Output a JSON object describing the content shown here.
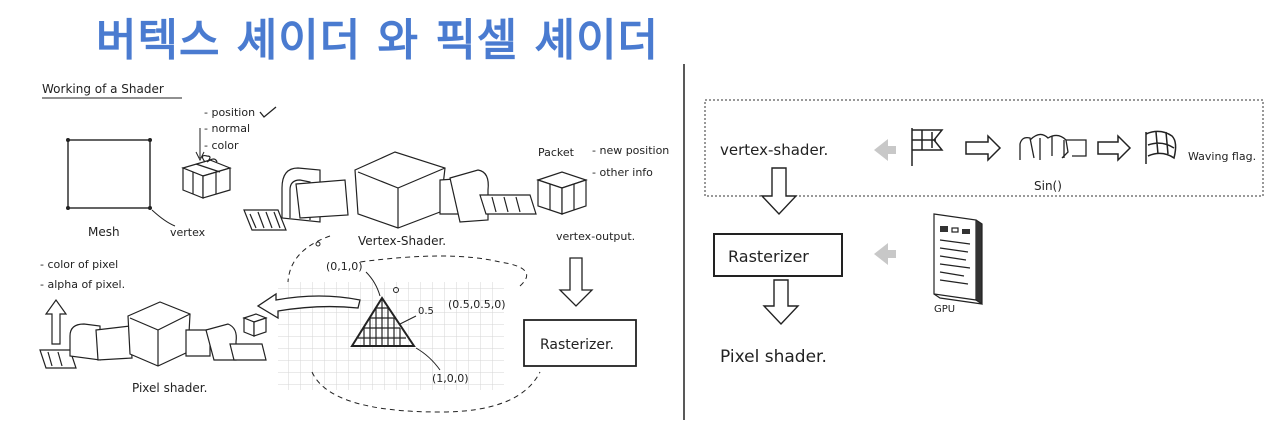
{
  "title": "버텍스 셰이더 와 픽셀 셰이더",
  "left": {
    "heading": "Working of a Shader",
    "attributes": [
      "- position",
      "- normal",
      "- color"
    ],
    "mesh_label": "Mesh",
    "vertex_label": "vertex",
    "vertex_shader_label": "Vertex-Shader.",
    "packet_label": "Packet",
    "packet_attrs": [
      "- new position",
      "- other info"
    ],
    "vertex_output_label": "vertex-output.",
    "rasterizer_label": "Rasterizer.",
    "pixel_attrs": [
      "- color of pixel",
      "- alpha of pixel."
    ],
    "pixel_shader_label": "Pixel shader.",
    "coord_top": "(0,1,0)",
    "coord_right": "(0.5,0.5,0)",
    "coord_bottom": "(1,0,0)",
    "half_label": "0.5"
  },
  "right": {
    "vertex_shader": "vertex-shader.",
    "sin_label": "Sin()",
    "waving_flag": "Waving flag.",
    "rasterizer": "Rasterizer",
    "gpu": "GPU",
    "pixel_shader": "Pixel shader."
  },
  "colors": {
    "title": "#4a7bd0",
    "ink": "#222222",
    "gray_arrow": "#c8c8c8",
    "grid": "#d6d6d6"
  }
}
